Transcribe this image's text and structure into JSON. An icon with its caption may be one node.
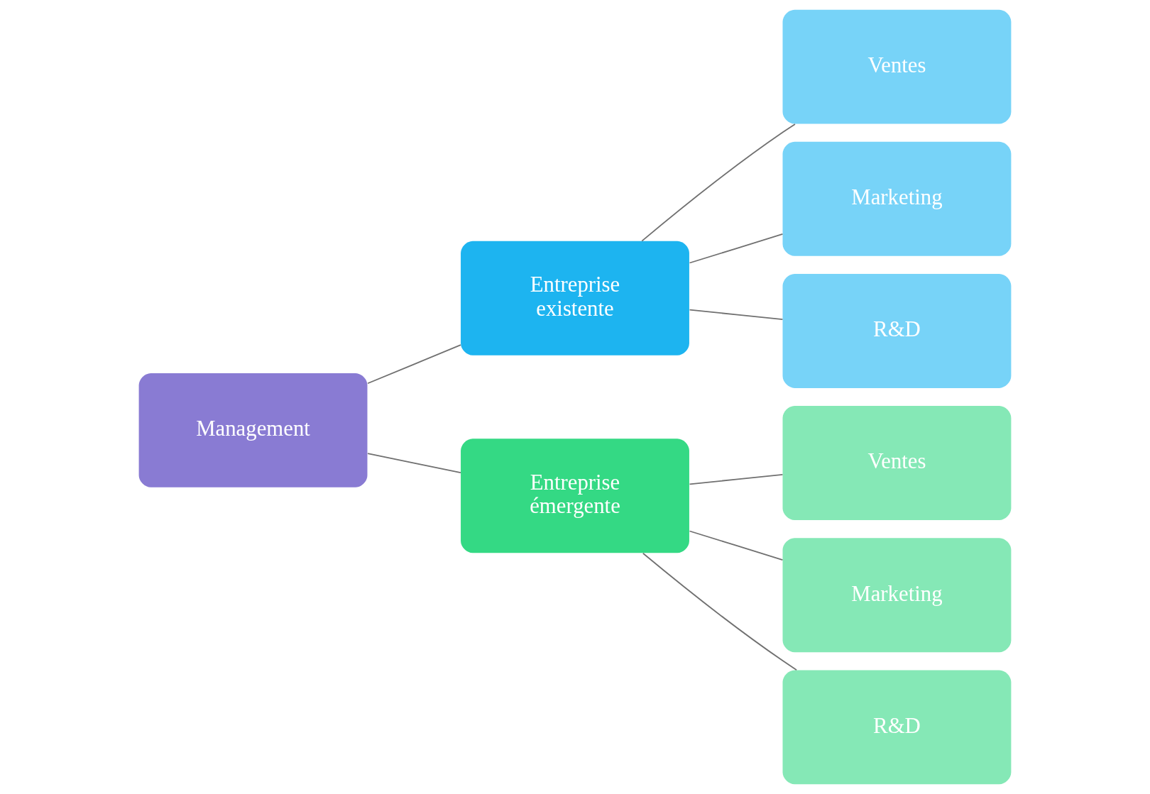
{
  "diagram": {
    "nodes": [
      {
        "text": [
          "Management"
        ]
      },
      {
        "text": [
          "Entreprise existente"
        ]
      },
      {
        "text": [
          "Ventes"
        ]
      },
      {
        "text": [
          "Marketing"
        ]
      },
      {
        "text": [
          "R&D"
        ]
      },
      {
        "text": [
          "Entreprise émergente"
        ]
      },
      {
        "text": [
          "Ventes"
        ]
      },
      {
        "text": [
          "Marketing"
        ]
      },
      {
        "text": [
          "R&D"
        ]
      }
    ],
    "edges": [
      {
        "from": 0,
        "to": 1,
        "arrow": "none"
      },
      {
        "from": 0,
        "to": 5,
        "arrow": "none"
      },
      {
        "from": 1,
        "to": 2,
        "arrow": "none"
      },
      {
        "from": 1,
        "to": 3,
        "arrow": "none"
      },
      {
        "from": 1,
        "to": 4,
        "arrow": "none"
      },
      {
        "from": 5,
        "to": 6,
        "arrow": "none"
      },
      {
        "from": 5,
        "to": 7,
        "arrow": "none"
      },
      {
        "from": 5,
        "to": 8,
        "arrow": "none"
      }
    ]
  }
}
